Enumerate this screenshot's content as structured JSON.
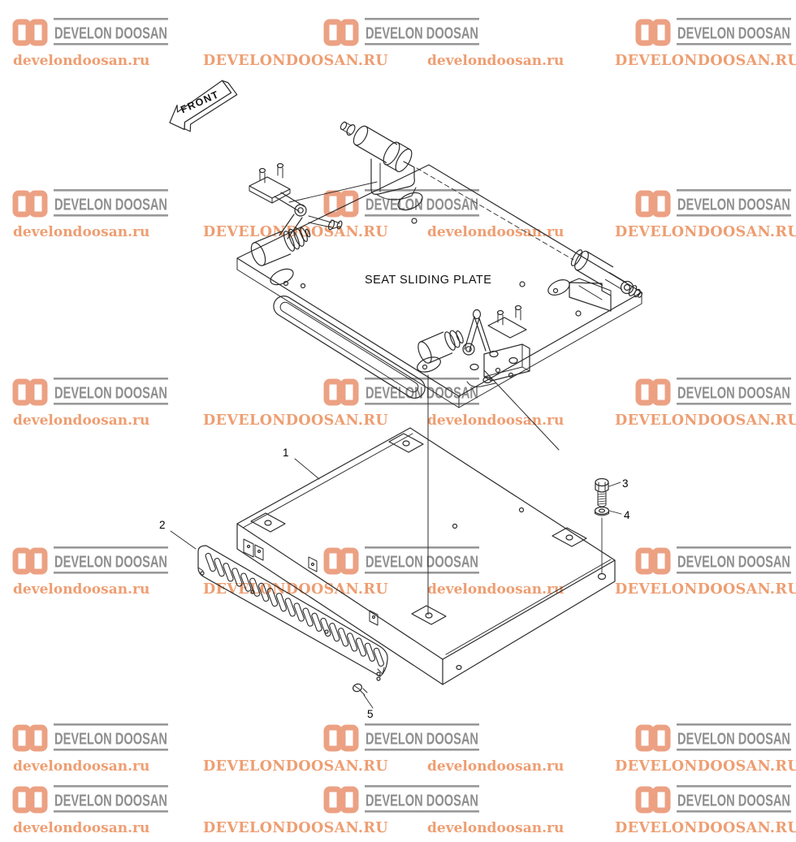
{
  "brand": {
    "logo_text": "DEVELON DOOSAN",
    "url_lower": "develondoosan.ru",
    "url_upper": "DEVELONDOOSAN.RU",
    "logo_glyph": "dd-chain-links",
    "colors": {
      "logo_orange": "#eca183",
      "logo_gray": "#8f8f8f",
      "url_orange": "#ee9e72"
    }
  },
  "diagram": {
    "front_label": "FRONT",
    "plate_label": "SEAT SLIDING PLATE",
    "line_color": "#2b2b2b",
    "callouts": [
      {
        "number": "1"
      },
      {
        "number": "2"
      },
      {
        "number": "3"
      },
      {
        "number": "4"
      },
      {
        "number": "5"
      }
    ]
  }
}
